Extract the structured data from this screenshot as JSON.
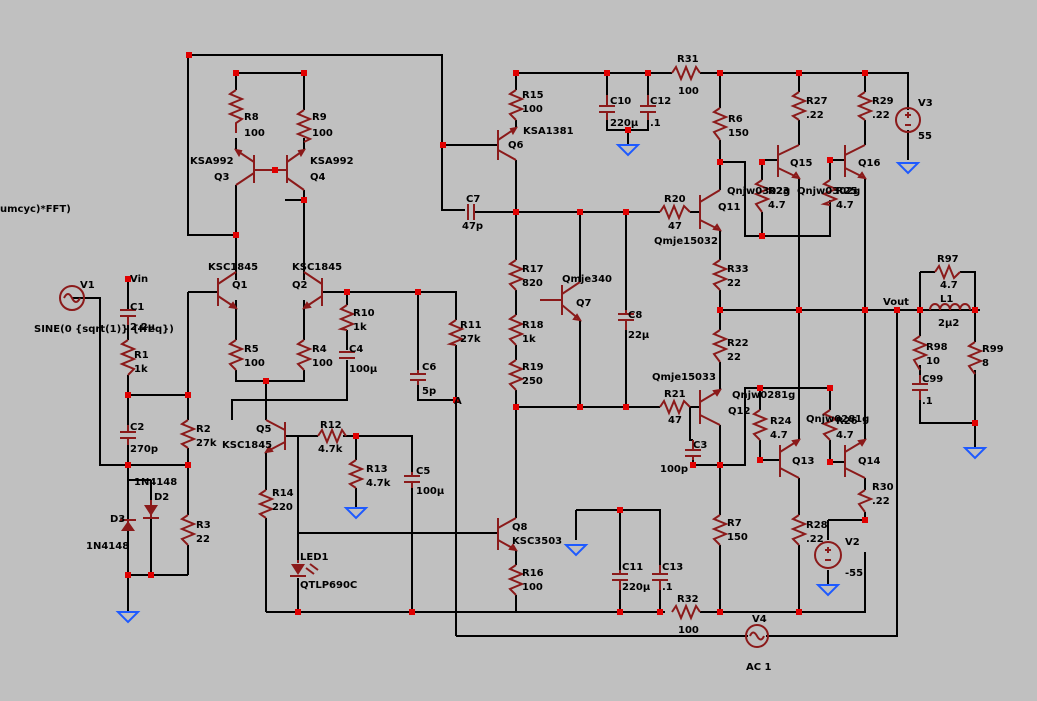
{
  "labels": {
    "directive": "umcyc)*FFT)",
    "vin_label": "Vin",
    "vout_label": "Vout",
    "node_a": "A",
    "src_sine": "SINE(0 {sqrt(1)} {freq})",
    "v1": "V1",
    "v2": "V2",
    "v2_val": "-55",
    "v3": "V3",
    "v3_val": "55",
    "v4": "V4",
    "v4_val": "AC 1",
    "r1": "R1",
    "r1v": "1k",
    "r2": "R2",
    "r2v": "27k",
    "r3": "R3",
    "r3v": "22",
    "r4": "R4",
    "r4v": "100",
    "r5": "R5",
    "r5v": "100",
    "r6": "R6",
    "r6v": "150",
    "r7": "R7",
    "r7v": "150",
    "r8": "R8",
    "r8v": "100",
    "r9": "R9",
    "r9v": "100",
    "r10": "R10",
    "r10v": "1k",
    "r11": "R11",
    "r11v": "27k",
    "r12": "R12",
    "r12v": "4.7k",
    "r13": "R13",
    "r13v": "4.7k",
    "r14": "R14",
    "r14v": "220",
    "r15": "R15",
    "r15v": "100",
    "r16": "R16",
    "r16v": "100",
    "r17": "R17",
    "r17v": "820",
    "r18": "R18",
    "r18v": "1k",
    "r19": "R19",
    "r19v": "250",
    "r20": "R20",
    "r20v": "47",
    "r21": "R21",
    "r21v": "47",
    "r22": "R22",
    "r22v": "22",
    "r23v": "4.7",
    "r24": "R24",
    "r24v": "4.7",
    "r25v": "4.7",
    "r26v": "4.7",
    "r27": "R27",
    "r27v": ".22",
    "r28": "R28",
    "r28v": ".22",
    "r29": "R29",
    "r29v": ".22",
    "r30": "R30",
    "r30v": ".22",
    "r31": "R31",
    "r31v": "100",
    "r32": "R32",
    "r32v": "100",
    "r33": "R33",
    "r33v": "22",
    "r97": "R97",
    "r97v": "4.7",
    "r98": "R98",
    "r98v": "10",
    "r99": "R99",
    "r99v": "8",
    "c1": "C1",
    "c1v": "2.2µ",
    "c2": "C2",
    "c2v": "270p",
    "c3": "C3",
    "c3v": "100p",
    "c4": "C4",
    "c4v": "100µ",
    "c5": "C5",
    "c5v": "100µ",
    "c6": "C6",
    "c6v": "5p",
    "c7": "C7",
    "c7v": "47p",
    "c8": "C8",
    "c8v": "22µ",
    "c10": "C10",
    "c10v": "220µ",
    "c11": "C11",
    "c11v": "220µ",
    "c12": "C12",
    "c12v": ".1",
    "c13": "C13",
    "c13v": ".1",
    "c99": "C99",
    "c99v": ".1",
    "l1": "L1",
    "l1v": "2µ2",
    "d2": "D2",
    "d2v": "1N4148",
    "d3": "D3",
    "d3v": "1N4148",
    "led1": "LED1",
    "led1v": "QTLP690C",
    "q1": "Q1",
    "q1v": "KSC1845",
    "q2": "Q2",
    "q2v": "KSC1845",
    "q3": "Q3",
    "q3v": "KSA992",
    "q4": "Q4",
    "q4v": "KSA992",
    "q5": "Q5",
    "q5v": "KSC1845",
    "q6": "Q6",
    "q6v": "KSA1381",
    "q7": "Q7",
    "q7v": "Qmje340",
    "q8": "Q8",
    "q8v": "KSC3503",
    "q11": "Q11",
    "q11v": "Qmje15032",
    "q12": "Q12",
    "q12v": "Qmje15033",
    "q13": "Q13",
    "q13v": "Qnjw0281g",
    "q14": "Q14",
    "q14v": "Qnjw0281g",
    "q15": "Q15",
    "q15v": "Qnjw0302g",
    "q16": "Q16",
    "q16v": "Qnjw0302g",
    "r23_overlap": "R23",
    "r25_overlap": "R25",
    "r26_overlap": "R26"
  },
  "colors": {
    "background": "#c0c0c0",
    "wire": "#000000",
    "component": "#8b1a1a",
    "ground": "#1e5aff",
    "junction": "#e00000"
  }
}
